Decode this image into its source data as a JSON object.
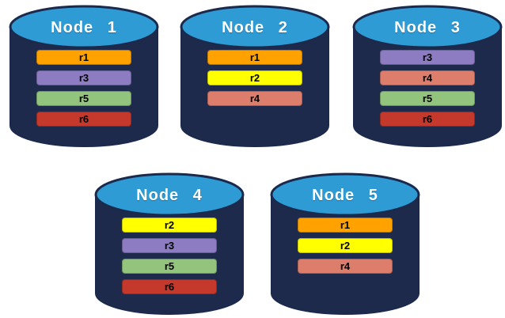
{
  "record_colors": {
    "r1": "#FFA200",
    "r2": "#FFFF00",
    "r3": "#8E7CC3",
    "r4": "#DD7E6C",
    "r5": "#93C47D",
    "r6": "#C4392B"
  },
  "cylinder_colors": {
    "body": "#1E2A4C",
    "top": "#2E9BD5",
    "outline": "#1B2A4C"
  },
  "nodes": [
    {
      "title": "Node 1",
      "records": [
        "r1",
        "r3",
        "r5",
        "r6"
      ]
    },
    {
      "title": "Node 2",
      "records": [
        "r1",
        "r2",
        "r4"
      ]
    },
    {
      "title": "Node 3",
      "records": [
        "r3",
        "r4",
        "r5",
        "r6"
      ]
    },
    {
      "title": "Node 4",
      "records": [
        "r2",
        "r3",
        "r5",
        "r6"
      ]
    },
    {
      "title": "Node 5",
      "records": [
        "r1",
        "r2",
        "r4"
      ]
    }
  ]
}
